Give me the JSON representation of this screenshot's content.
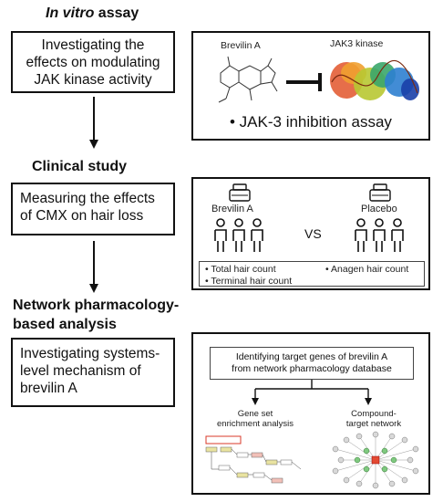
{
  "sections": {
    "in_vitro": {
      "title_italic": "In vitro",
      "title_rest": " assay"
    },
    "clinical": {
      "title": "Clinical study"
    },
    "network": {
      "title_line1": "Network pharmacology-",
      "title_line2": "based analysis"
    }
  },
  "left_boxes": {
    "box1": {
      "text": "Investigating the effects on modulating JAK kinase activity"
    },
    "box2": {
      "text": "Measuring the effects of CMX on hair loss"
    },
    "box3": {
      "text": "Investigating systems-level mechanism of brevilin A"
    }
  },
  "panel1": {
    "brevilin_label": "Brevilin A",
    "jak3_label": "JAK3 kinase",
    "assay_bullet": "• JAK-3 inhibition assay"
  },
  "panel2": {
    "brevilin_label": "Brevilin A",
    "vs_label": "VS",
    "placebo_label": "Placebo",
    "measures": [
      "Total hair count",
      "Terminal hair count",
      "Anagen hair count"
    ]
  },
  "panel3": {
    "target_text_line1": "Identifying target genes of brevilin A",
    "target_text_line2": "from network pharmacology database",
    "gsea_line1": "Gene set",
    "gsea_line2": "enrichment analysis",
    "network_line1": "Compound-",
    "network_line2": "target network"
  },
  "colors": {
    "stroke": "#111111",
    "accent_red": "#d83a2a"
  }
}
